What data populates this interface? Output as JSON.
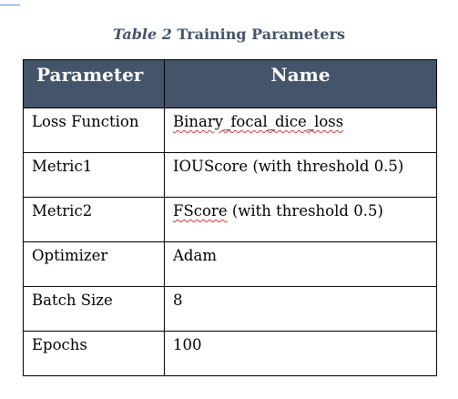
{
  "caption": {
    "number": "Table 2",
    "title": "Training Parameters"
  },
  "table": {
    "headers": [
      "Parameter",
      "Name"
    ],
    "rows": [
      {
        "parameter": "Loss Function",
        "name": "Binary_focal_dice_loss"
      },
      {
        "parameter": "Metric1",
        "name": "IOUScore (with threshold 0.5)"
      },
      {
        "parameter": "Metric2",
        "name_flagged": "FScore",
        "name_rest": " (with threshold 0.5)"
      },
      {
        "parameter": "Optimizer",
        "name": "Adam"
      },
      {
        "parameter": "Batch Size",
        "name": "8"
      },
      {
        "parameter": "Epochs",
        "name": "100"
      }
    ]
  },
  "colors": {
    "header_background": "#44546a",
    "header_text": "#ffffff",
    "caption_text": "#44546a",
    "spellcheck_underline": "#d63a3a"
  }
}
